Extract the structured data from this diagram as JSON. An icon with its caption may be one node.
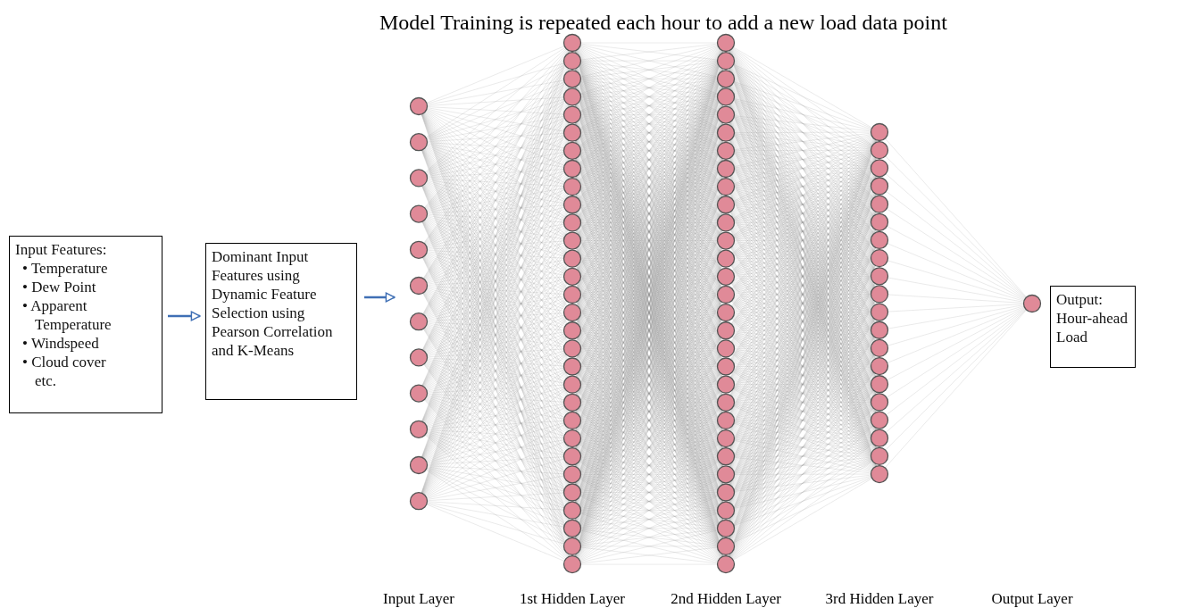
{
  "diagram": {
    "title": "Model Training is repeated each hour to add a new load data point",
    "nodes": [
      {
        "text": [
          "Input Features:",
          "• Temperature",
          "• Dew Point",
          "• Apparent Temperature",
          "• Windspeed",
          "• Cloud cover",
          "etc."
        ]
      },
      {
        "text": [
          "Dominant Input Features using Dynamic Feature Selection using Pearson Correlation and K-Means"
        ]
      },
      {
        "text": [
          "Output: Hour-ahead Load"
        ]
      }
    ],
    "edges": [
      {
        "from": 0,
        "to": 1,
        "arrow": "to"
      },
      {
        "from": 1,
        "to": null,
        "arrow": "to"
      }
    ],
    "labels": [
      "Input Layer",
      "1st Hidden Layer",
      "2nd Hidden Layer",
      "3rd Hidden Layer",
      "Output Layer"
    ]
  }
}
